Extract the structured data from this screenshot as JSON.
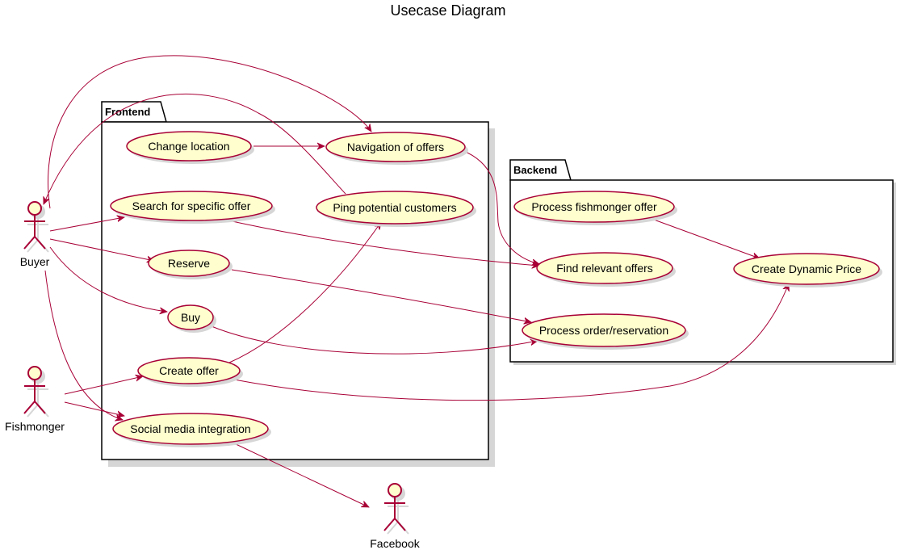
{
  "title": "Usecase Diagram",
  "colors": {
    "usecase_fill": "#FEFECE",
    "line": "#A80036",
    "package_border": "#000000"
  },
  "packages": {
    "frontend": {
      "name": "Frontend"
    },
    "backend": {
      "name": "Backend"
    }
  },
  "actors": {
    "buyer": {
      "name": "Buyer",
      "icon": "stick-figure"
    },
    "fishmonger": {
      "name": "Fishmonger",
      "icon": "stick-figure"
    },
    "facebook": {
      "name": "Facebook",
      "icon": "stick-figure"
    }
  },
  "usecases": {
    "change_location": "Change location",
    "navigation_of_offers": "Navigation of offers",
    "search_for_specific_offer": "Search for specific offer",
    "ping_potential_customers": "Ping potential customers",
    "reserve": "Reserve",
    "buy": "Buy",
    "create_offer": "Create offer",
    "social_media_integration": "Social media integration",
    "process_fishmonger_offer": "Process fishmonger offer",
    "find_relevant_offers": "Find relevant offers",
    "create_dynamic_price": "Create Dynamic Price",
    "process_order_reservation": "Process order/reservation"
  },
  "relations": [
    {
      "from": "Buyer",
      "to": "Navigation of offers"
    },
    {
      "from": "Ping potential customers",
      "to": "Buyer"
    },
    {
      "from": "Change location",
      "to": "Navigation of offers"
    },
    {
      "from": "Navigation of offers",
      "to": "Find relevant offers"
    },
    {
      "from": "Buyer",
      "to": "Search for specific offer"
    },
    {
      "from": "Search for specific offer",
      "to": "Find relevant offers"
    },
    {
      "from": "Buyer",
      "to": "Reserve"
    },
    {
      "from": "Reserve",
      "to": "Process order/reservation"
    },
    {
      "from": "Buyer",
      "to": "Buy"
    },
    {
      "from": "Buy",
      "to": "Process order/reservation"
    },
    {
      "from": "Buyer",
      "to": "Social media integration"
    },
    {
      "from": "Fishmonger",
      "to": "Create offer"
    },
    {
      "from": "Fishmonger",
      "to": "Social media integration"
    },
    {
      "from": "Create offer",
      "to": "Ping potential customers"
    },
    {
      "from": "Create offer",
      "to": "Create Dynamic Price"
    },
    {
      "from": "Process fishmonger offer",
      "to": "Create Dynamic Price"
    },
    {
      "from": "Social media integration",
      "to": "Facebook"
    }
  ]
}
